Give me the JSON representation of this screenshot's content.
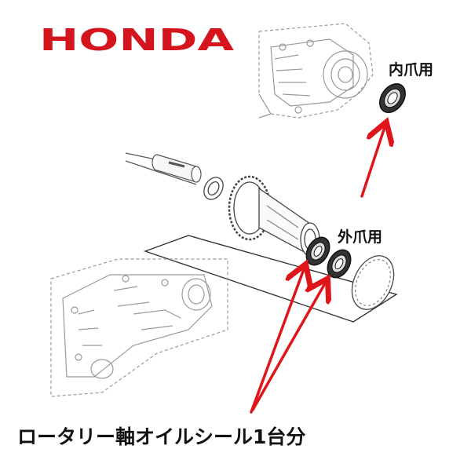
{
  "brand": {
    "logo_text": "HONDA",
    "color": "#d4151d"
  },
  "labels": {
    "inner_claw": "内爪用",
    "outer_claw": "外爪用"
  },
  "caption": "ロータリー軸オイルシール1台分",
  "colors": {
    "arrow": "#e0141b",
    "line": "#555555",
    "light_line": "#9a9a9a"
  },
  "icons": [
    "oil-seal-icon",
    "gear-icon",
    "bearing-icon",
    "shaft-icon",
    "gearbox-housing-icon",
    "arrow-icon"
  ]
}
